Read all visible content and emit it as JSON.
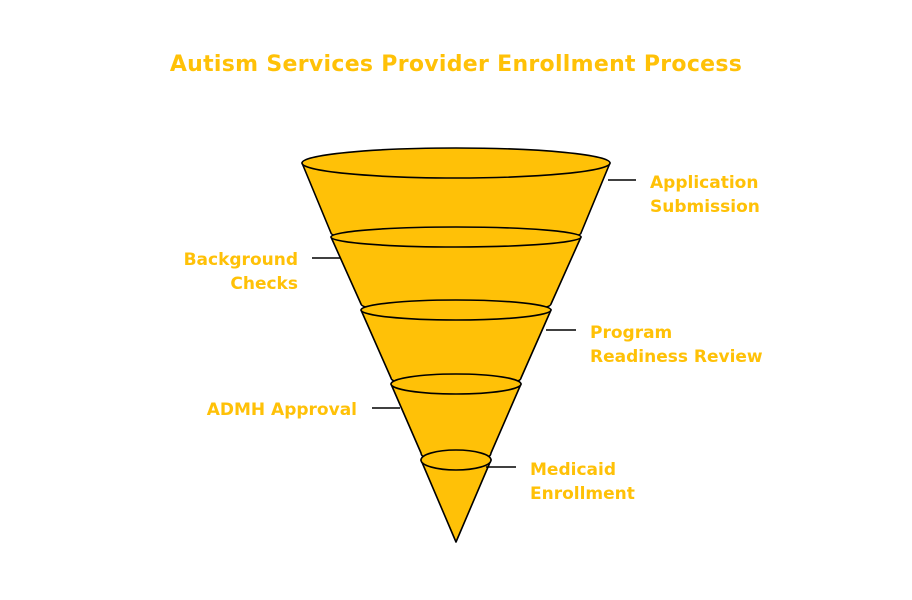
{
  "title": "Autism Services Provider Enrollment Process",
  "colors": {
    "accent": "#FFC107",
    "text": "#FFC107",
    "outline": "#000000"
  },
  "stages": [
    {
      "label": "Application\nSubmission",
      "side": "right"
    },
    {
      "label": "Background\nChecks",
      "side": "left"
    },
    {
      "label": "Program\nReadiness Review",
      "side": "right"
    },
    {
      "label": "ADMH Approval",
      "side": "left"
    },
    {
      "label": "Medicaid\nEnrollment",
      "side": "right"
    }
  ]
}
